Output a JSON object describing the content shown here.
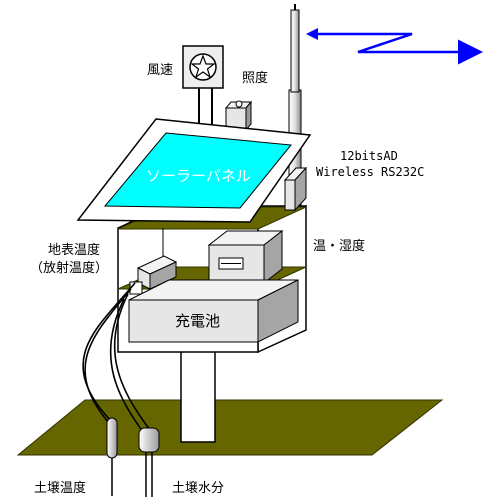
{
  "labels": {
    "wind_speed": "風速",
    "illuminance": "照度",
    "solar_panel": "ソーラーパネル",
    "adc_line1": "12bitsAD",
    "adc_line2": "Wireless RS232C",
    "temp_humidity": "温・湿度",
    "surface_temp_line1": "地表温度",
    "surface_temp_line2": "（放射温度）",
    "battery": "充電池",
    "soil_temp": "土壌温度",
    "soil_moisture": "土壌水分"
  },
  "colors": {
    "panel_fill": "#00ffff",
    "shelf_fill": "#666600",
    "ground_fill": "#666600",
    "signal": "#0000ff",
    "box_fill": "#e6e6e6"
  },
  "icons": {
    "anemometer": "star-in-circle",
    "signal": "lightning-arrow"
  }
}
